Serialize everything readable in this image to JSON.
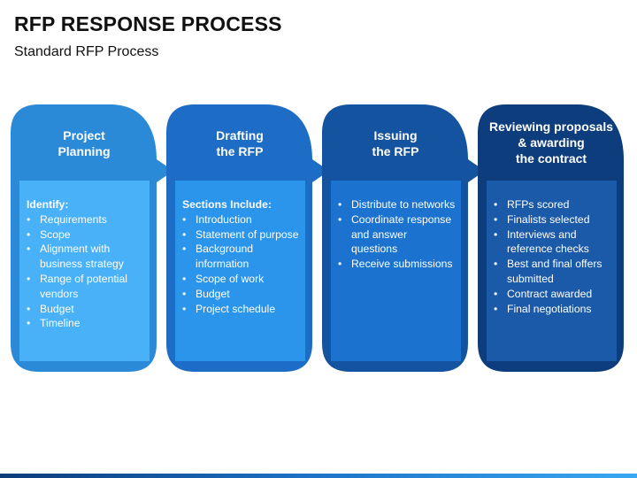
{
  "title": "RFP RESPONSE PROCESS",
  "subtitle": "Standard RFP Process",
  "stages": [
    {
      "title_lines": [
        "Project",
        "Planning"
      ],
      "heading": "Identify:",
      "items": [
        "Requirements",
        "Scope",
        "Alignment with business strategy",
        "Range of potential vendors",
        "Budget",
        "Timeline"
      ],
      "colors": {
        "shape": "#2a8ad8",
        "box": "#48b1f8"
      }
    },
    {
      "title_lines": [
        "Drafting",
        "the RFP"
      ],
      "heading": "Sections Include:",
      "items": [
        "Introduction",
        "Statement of purpose",
        "Background information",
        "Scope of work",
        "Budget",
        "Project schedule"
      ],
      "colors": {
        "shape": "#1d6dc7",
        "box": "#2b95ec"
      }
    },
    {
      "title_lines": [
        "Issuing",
        "the RFP"
      ],
      "heading": "",
      "items": [
        "Distribute to networks",
        "Coordinate response and answer questions",
        "Receive submissions"
      ],
      "colors": {
        "shape": "#13539f",
        "box": "#1b73cf"
      }
    },
    {
      "title_lines": [
        "Reviewing proposals",
        "& awarding",
        "the contract"
      ],
      "heading": "",
      "items": [
        "RFPs scored",
        "Finalists selected",
        "Interviews and reference checks",
        "Best and final offers submitted",
        "Contract awarded",
        "Final negotiations"
      ],
      "colors": {
        "shape": "#0d3d7c",
        "box": "#1a5aa9"
      }
    }
  ]
}
